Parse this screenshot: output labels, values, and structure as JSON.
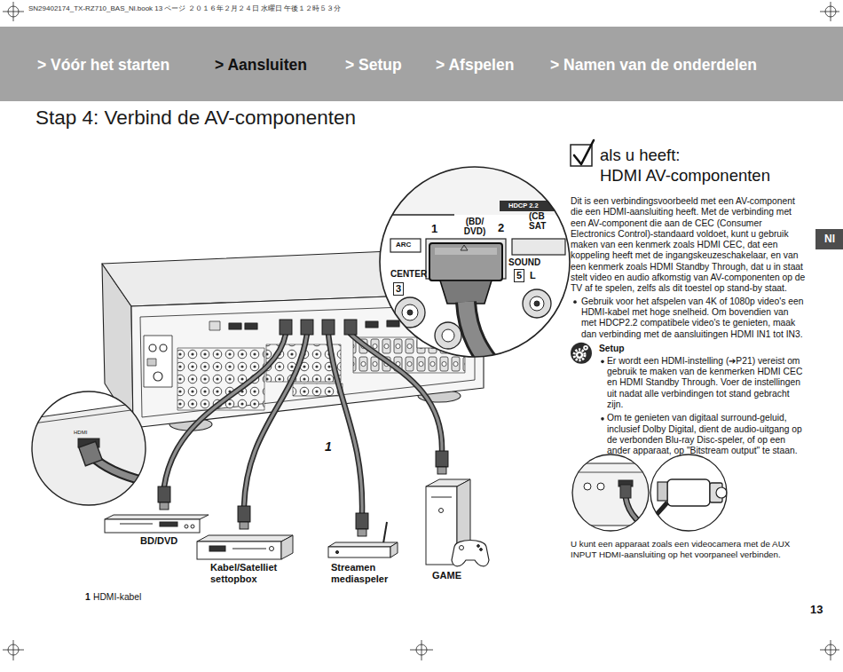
{
  "diagram": {
    "title": "Stap 4: Verbind de AV-componenten",
    "nodes": [
      {
        "text": [
          "> Vóór het starten",
          "> Aansluiten",
          "> Setup",
          "> Afspelen",
          "> Namen van de onderdelen"
        ]
      },
      {
        "text": [
          "Nl"
        ]
      },
      {
        "text": [
          "BD/DVD"
        ]
      },
      {
        "text": [
          "Kabel/Satelliet settopbox"
        ]
      },
      {
        "text": [
          "Streamen mediaspeler"
        ]
      },
      {
        "text": [
          "GAME"
        ]
      }
    ],
    "labels": [
      "SN29402174_TX-RZ710_BAS_Nl.book 13 ページ ２０１６年２月２４日 水曜日 午後１２時５３分",
      "als u heeft:",
      "HDMI AV-componenten",
      "Dit is een verbindingsvoorbeeld met een AV-component die een HDMI-aansluiting heeft. Met de verbinding met een AV-component die aan de CEC (Consumer Electronics Control)-standaard voldoet, kunt u gebruik maken van een kenmerk zoals HDMI CEC, dat een koppeling heeft met de ingangskeuzeschakelaar, en van een kenmerk zoals HDMI Standby Through, dat u in staat stelt video en audio afkomstig van AV-componenten op de TV af te spelen, zelfs als dit toestel op stand-by staat.",
      "Gebruik voor het afspelen van 4K of 1080p video's een HDMI-kabel met hoge snelheid. Om bovendien van met HDCP2.2 compatibele video's te genieten, maak dan verbinding met de aansluitingen HDMI IN1 tot IN3.",
      "Setup",
      "Er wordt een HDMI-instelling (➔P21) vereist om gebruik te maken van de kenmerken HDMI CEC en HDMI Standby Through. Voer de instellingen uit nadat alle verbindingen tot stand gebracht zijn.",
      "Om te genieten van digitaal surround-geluid, inclusief Dolby Digital, dient de audio-uitgang op de verbonden Blu-ray Disc-speler, of op een ander apparaat, op \"Bitstream output\" te staan.",
      "U kunt een apparaat zoals een videocamera met de AUX INPUT HDMI-aansluiting op het voorpaneel verbinden.",
      "1",
      "1",
      "HDMI-kabel",
      "13",
      "HDCP 2.2",
      "1",
      "(BD/ DVD)",
      "2",
      "(CB SAT",
      "ARC",
      "CENTER",
      "3",
      "SOUND",
      "5",
      "L",
      "HDMI"
    ]
  }
}
